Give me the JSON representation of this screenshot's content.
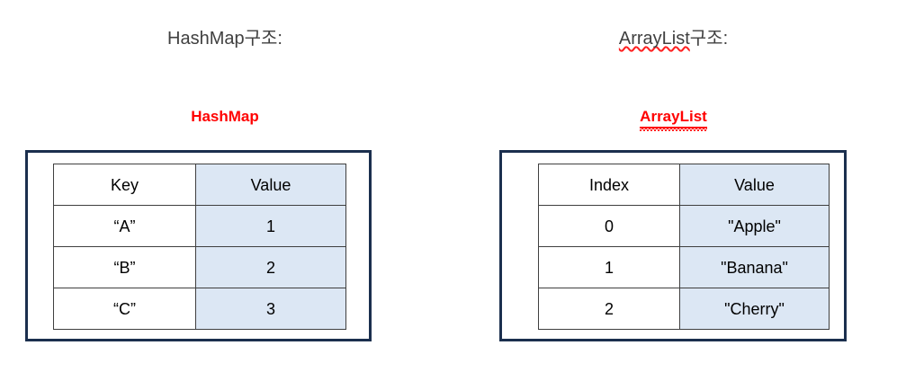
{
  "page": {
    "background": "#ffffff",
    "accent_navy": "#1B2F4E",
    "accent_red": "#FF0000",
    "value_column_fill": "#DCE7F4",
    "table_border": "#3F3F3F",
    "heading_color": "#404040"
  },
  "panels": [
    {
      "id": "hashmap",
      "heading": {
        "term": "HashMap",
        "suffix": " 구조:",
        "spellcheck_flagged": false
      },
      "title": {
        "text": "HashMap",
        "color": "#FF0000",
        "underlined": false,
        "spellcheck_flagged": false
      },
      "table": {
        "columns": [
          "Key",
          "Value"
        ],
        "rows": [
          {
            "key": "“A”",
            "value": "1"
          },
          {
            "key": "“B”",
            "value": "2"
          },
          {
            "key": "“C”",
            "value": "3"
          }
        ]
      }
    },
    {
      "id": "arraylist",
      "heading": {
        "term": "ArrayList",
        "suffix": " 구조:",
        "spellcheck_flagged": true
      },
      "title": {
        "text": "ArrayList",
        "color": "#FF0000",
        "underlined": true,
        "spellcheck_flagged": true
      },
      "table": {
        "columns": [
          "Index",
          "Value"
        ],
        "rows": [
          {
            "key": "0",
            "value": "\"Apple\""
          },
          {
            "key": "1",
            "value": "\"Banana\""
          },
          {
            "key": "2",
            "value": "\"Cherry\""
          }
        ]
      }
    }
  ]
}
